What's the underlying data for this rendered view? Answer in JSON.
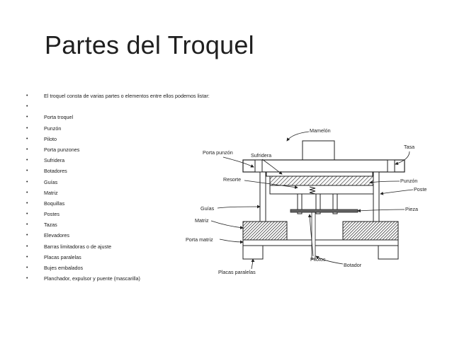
{
  "slide": {
    "title": "Partes del Troquel",
    "bullets": [
      "El troquel consta de varias partes o elementos entre ellos podemos listar:",
      "",
      "Porta troquel",
      "Punzón",
      "Piloto",
      "Porta punzones",
      "Sufridera",
      "Botadores",
      "Guías",
      "Matriz",
      "Boquillas",
      "Postes",
      "Tazas",
      "Elevadores",
      "Barras limitadoras o de ajuste",
      "Placas paralelas",
      "Bujes embalados",
      "Planchador, expulsor y puente (mascarilla)"
    ]
  },
  "diagram": {
    "labels": {
      "mamelon": "Mamelón",
      "tasa": "Tasa",
      "porta_punzon": "Porta punzón",
      "sufridera": "Sufridera",
      "resorte": "Resorte",
      "punzon": "Punzón",
      "poste": "Poste",
      "guias": "Guías",
      "pieza": "Pieza",
      "matriz": "Matriz",
      "porta_matriz": "Porta matriz",
      "pilotos": "Pilotos",
      "botador": "Botador",
      "placas_paralelas": "Placas paralelas"
    }
  }
}
